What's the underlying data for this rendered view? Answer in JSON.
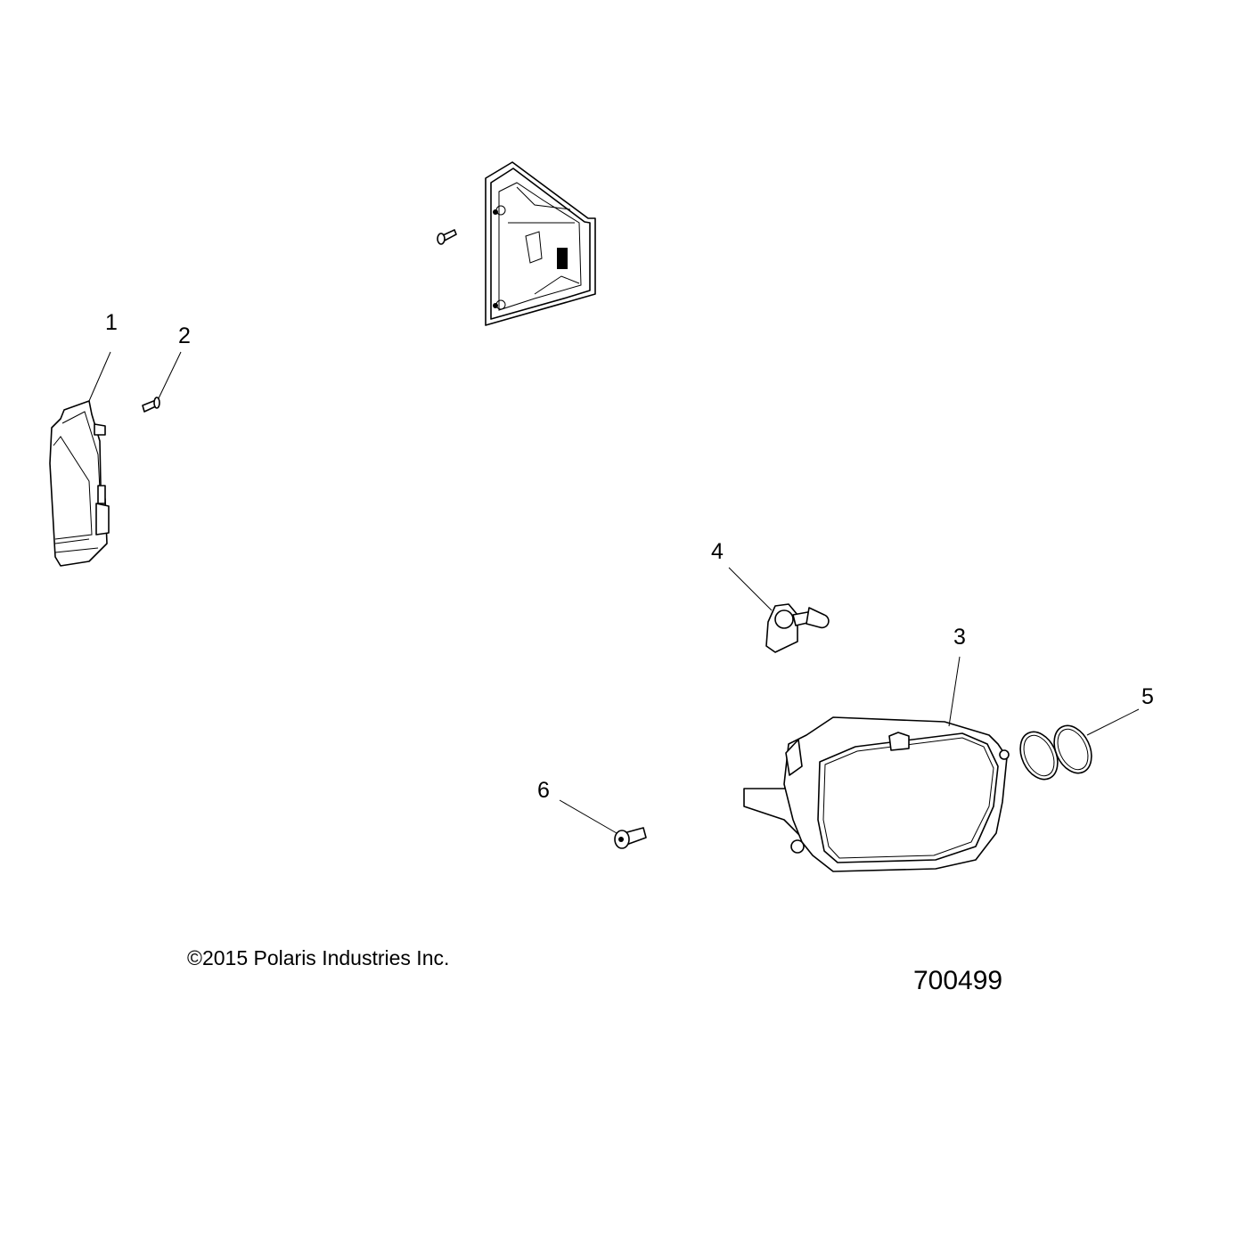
{
  "diagram": {
    "callouts": [
      {
        "id": "1",
        "part": "tail-light-housing-left"
      },
      {
        "id": "2",
        "part": "screw"
      },
      {
        "id": "3",
        "part": "headlight-assembly"
      },
      {
        "id": "4",
        "part": "bulb-and-socket"
      },
      {
        "id": "5",
        "part": "seal-rings"
      },
      {
        "id": "6",
        "part": "bolt"
      }
    ],
    "copyright": "©2015 Polaris Industries Inc.",
    "drawing_number": "700499"
  }
}
